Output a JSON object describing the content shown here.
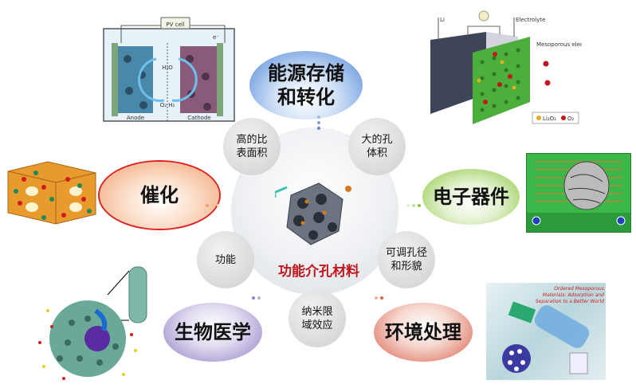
{
  "center": {
    "title": "功能介孔材料"
  },
  "properties": [
    {
      "label": "高的比表面积",
      "lines": [
        "高的比",
        "表面积"
      ]
    },
    {
      "label": "大的孔体积",
      "lines": [
        "大的孔",
        "体积"
      ]
    },
    {
      "label": "功能",
      "lines": [
        "功能"
      ]
    },
    {
      "label": "可调孔径和形貌",
      "lines": [
        "可调孔径",
        "和形貌"
      ]
    },
    {
      "label": "纳米限域效应",
      "lines": [
        "纳米限",
        "域效应"
      ]
    }
  ],
  "applications": [
    {
      "label": "能源存储和转化",
      "lines": [
        "能源存储",
        "和转化"
      ],
      "color": "#4f86d6"
    },
    {
      "label": "催化",
      "lines": [
        "催化"
      ],
      "color": "#f0a070"
    },
    {
      "label": "电子器件",
      "lines": [
        "电子器件"
      ],
      "color": "#8cc63e"
    },
    {
      "label": "生物医学",
      "lines": [
        "生物医学"
      ],
      "color": "#8f7fc4"
    },
    {
      "label": "环境处理",
      "lines": [
        "环境处理"
      ],
      "color": "#d9604a"
    }
  ],
  "images": {
    "pv_cell": {
      "pv": "PV cell",
      "electron": "e⁻",
      "water": "H₂O",
      "gases": "O₂  H₂",
      "anode": "Anode",
      "cathode": "Cathode"
    },
    "battery": {
      "li": "Li",
      "electrolyte": "Electrolyte",
      "electrode": "Mesoporous electrode",
      "legend1": "Li₂O₂",
      "legend2": "O₂"
    },
    "environment": {
      "caption": "Ordered Mesoporous Materials: Adsorption and Separation to a Better World"
    }
  },
  "colors": {
    "title": "#c0161c",
    "highlight_ring": "#e02020"
  }
}
